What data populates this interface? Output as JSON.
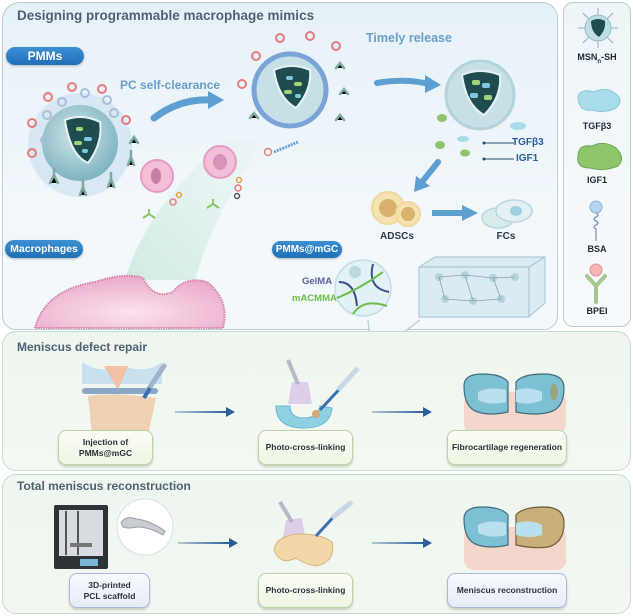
{
  "top_section": {
    "title": "Designing programmable macrophage mimics",
    "pmms_pill": "PMMs",
    "macrophages_pill": "Macrophages",
    "pmms_mgc_pill": "PMMs@mGC",
    "pc_self_clearance": "PC self-clearance",
    "timely_release": "Timely release",
    "tgfb3_label": "TGFβ3",
    "igf1_label": "IGF1",
    "adscs_label": "ADSCs",
    "fcs_label": "FCs",
    "gelma_label": "GelMA",
    "macmma_label": "mACMMA"
  },
  "legend": {
    "items": [
      {
        "icon": "msn-sh-particle-icon",
        "label_main": "MSN",
        "label_sub": "n",
        "label_suffix": "-SH"
      },
      {
        "icon": "tgfb3-protein-icon",
        "label": "TGFβ3"
      },
      {
        "icon": "igf1-protein-icon",
        "label": "IGF1"
      },
      {
        "icon": "bsa-icon",
        "label": "BSA"
      },
      {
        "icon": "bpei-icon",
        "label": "BPEI"
      }
    ]
  },
  "meniscus_defect_repair": {
    "title": "Meniscus defect repair",
    "steps": [
      {
        "line1": "Injection of",
        "line2": "PMMs@mGC"
      },
      {
        "line1": "Photo-cross-linking",
        "line2": ""
      },
      {
        "line1": "Fibrocartilage regeneration",
        "line2": ""
      }
    ]
  },
  "total_meniscus_reconstruction": {
    "title": "Total meniscus reconstruction",
    "steps": [
      {
        "line1": "3D-printed",
        "line2": "PCL scaffold"
      },
      {
        "line1": "Photo-cross-linking",
        "line2": ""
      },
      {
        "line1": "Meniscus reconstruction",
        "line2": ""
      }
    ]
  },
  "colors": {
    "pill_blue": "#2b7bc4",
    "title_gray": "#4f6172",
    "annotation_blue": "#6a9ec4",
    "label_blue": "#2a5e9a",
    "gelma_purple": "#5b5f9e",
    "macmma_green": "#6cbb4b"
  }
}
